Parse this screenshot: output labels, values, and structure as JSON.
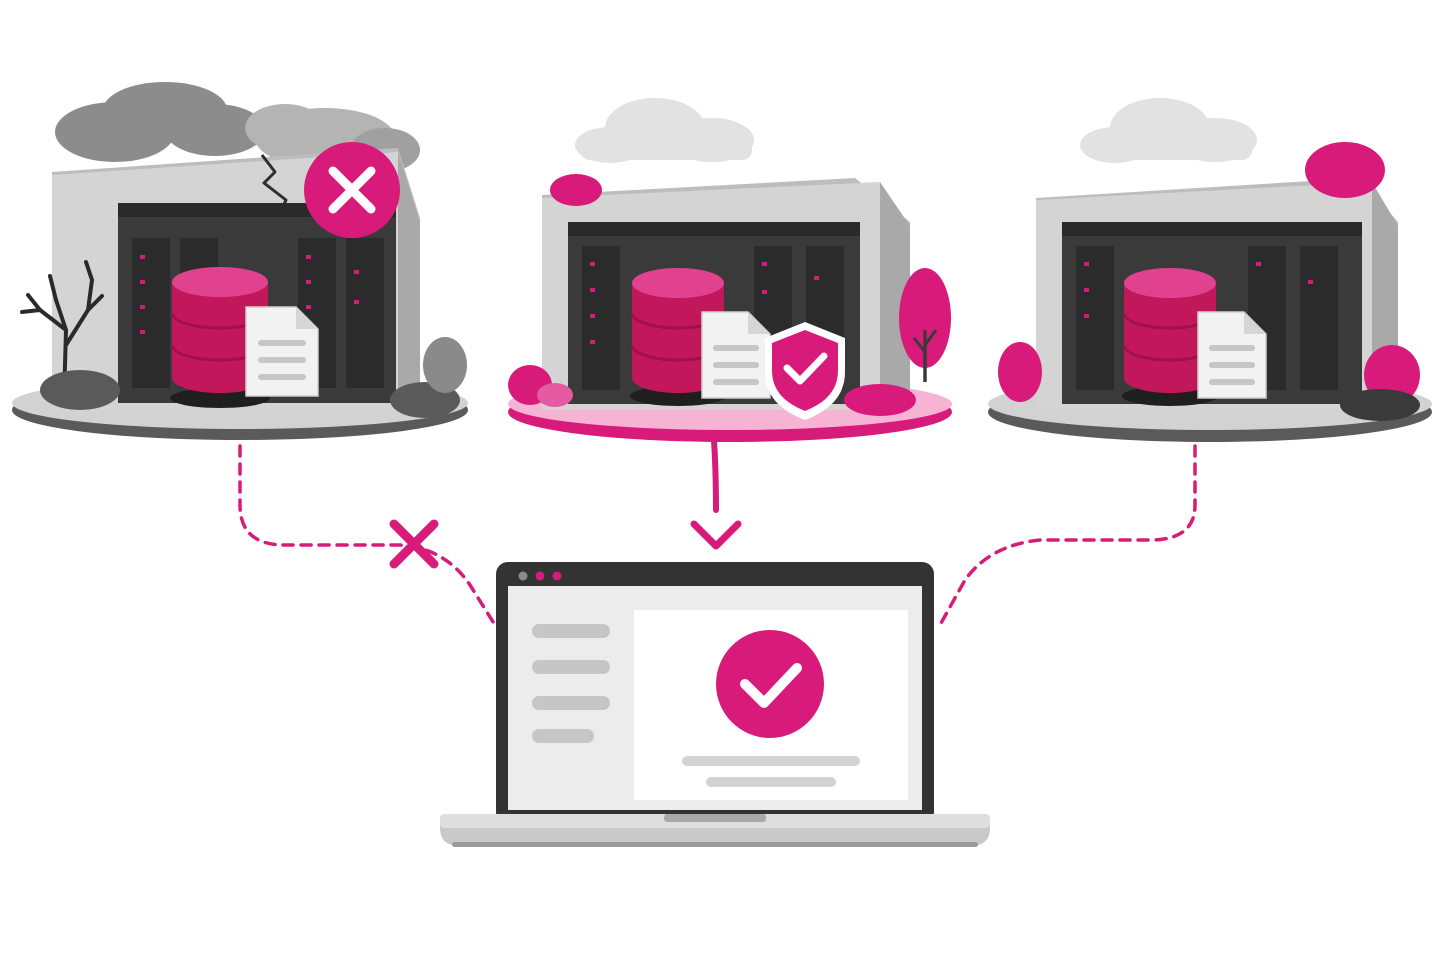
{
  "colors": {
    "accent": "#d81b7a",
    "accent_light": "#f08fc0",
    "gray_dark": "#3a3a3a",
    "gray_mid": "#8a8a8a",
    "gray_light": "#d9d9d9",
    "wall": "#cfcfcf",
    "background": "#ffffff"
  },
  "sites": [
    {
      "id": "primary-datacenter",
      "status": "failed",
      "status_icon": "x-circle-icon",
      "connection": "broken"
    },
    {
      "id": "backup-datacenter",
      "status": "protected",
      "status_icon": "shield-check-icon",
      "connection": "active"
    },
    {
      "id": "secondary-datacenter",
      "status": "standby",
      "status_icon": "none",
      "connection": "standby"
    }
  ],
  "laptop": {
    "status_icon": "check-circle-icon",
    "window_dots": [
      "#8a8a8a",
      "#d81b7a",
      "#d81b7a"
    ],
    "sidebar_items": 4
  }
}
